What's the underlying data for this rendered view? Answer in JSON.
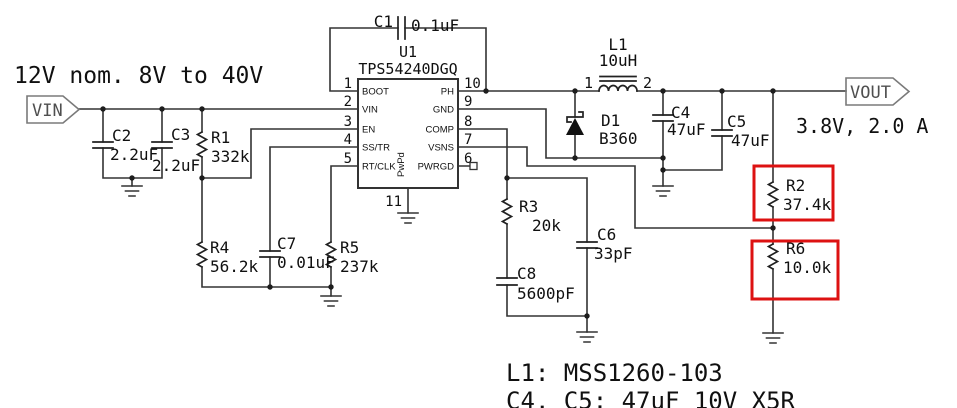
{
  "annotations": {
    "input_spec": "12V nom. 8V to 40V",
    "output_spec": "3.8V, 2.0 A",
    "bom_line1": "L1: MSS1260-103",
    "bom_line2": "C4, C5: 47uF 10V X5R"
  },
  "ports": {
    "input": "VIN",
    "output": "VOUT"
  },
  "ic": {
    "ref": "U1",
    "part": "TPS54240DGQ",
    "left_pins": [
      {
        "num": "1",
        "name": "BOOT"
      },
      {
        "num": "2",
        "name": "VIN"
      },
      {
        "num": "3",
        "name": "EN"
      },
      {
        "num": "4",
        "name": "SS/TR"
      },
      {
        "num": "5",
        "name": "RT/CLK"
      }
    ],
    "right_pins": [
      {
        "num": "10",
        "name": "PH"
      },
      {
        "num": "9",
        "name": "GND"
      },
      {
        "num": "8",
        "name": "COMP"
      },
      {
        "num": "7",
        "name": "VSNS"
      },
      {
        "num": "6",
        "name": "PWRGD"
      }
    ],
    "bottom_pin": "11",
    "thermal_pad": "PwPd"
  },
  "components": {
    "C1": {
      "ref": "C1",
      "value": "0.1uF"
    },
    "C2": {
      "ref": "C2",
      "value": "2.2uF"
    },
    "C3": {
      "ref": "C3",
      "value": "2.2uF"
    },
    "R1": {
      "ref": "R1",
      "value": "332k"
    },
    "R4": {
      "ref": "R4",
      "value": "56.2k"
    },
    "C7": {
      "ref": "C7",
      "value": "0.01uF"
    },
    "R5": {
      "ref": "R5",
      "value": "237k"
    },
    "R3": {
      "ref": "R3",
      "value": "20k"
    },
    "C8": {
      "ref": "C8",
      "value": "5600pF"
    },
    "C6": {
      "ref": "C6",
      "value": "33pF"
    },
    "L1": {
      "ref": "L1",
      "value": "10uH",
      "pin1": "1",
      "pin2": "2"
    },
    "D1": {
      "ref": "D1",
      "value": "B360"
    },
    "C4": {
      "ref": "C4",
      "value": "47uF"
    },
    "C5": {
      "ref": "C5",
      "value": "47uF"
    },
    "R2": {
      "ref": "R2",
      "value": "37.4k"
    },
    "R6": {
      "ref": "R6",
      "value": "10.0k"
    }
  },
  "colors": {
    "highlight": "#dd1111",
    "line": "#333333"
  }
}
